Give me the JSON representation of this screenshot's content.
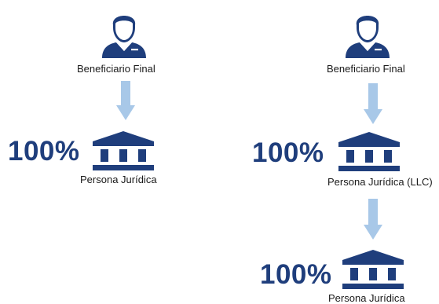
{
  "colors": {
    "navy": "#1f3e7c",
    "arrow": "#a8c8e8",
    "text": "#1a1a1a"
  },
  "icons": {
    "person": "person-icon",
    "building": "bank-building-icon",
    "arrow": "arrow-down-icon"
  },
  "left": {
    "owner_label": "Beneficiario Final",
    "percent": "100%",
    "entity_label": "Persona Jurídica"
  },
  "right": {
    "owner_label": "Beneficiario Final",
    "percent_1": "100%",
    "entity_1_label": "Persona Jurídica (LLC)",
    "percent_2": "100%",
    "entity_2_label": "Persona Jurídica"
  }
}
